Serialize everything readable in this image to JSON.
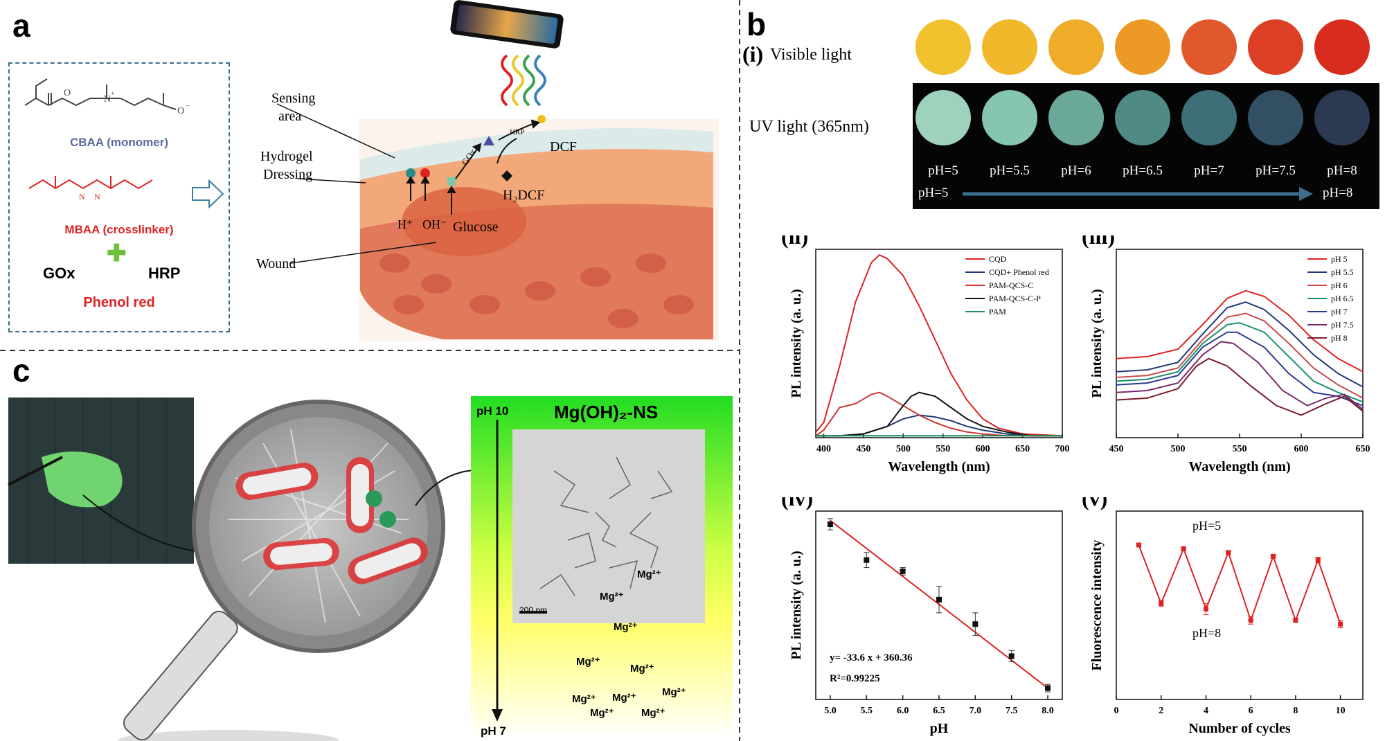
{
  "panel_letters": {
    "a": "a",
    "b": "b",
    "c": "c"
  },
  "panel_a": {
    "monomer": "CBAA (monomer)",
    "crosslinker": "MBAA (crosslinker)",
    "gox": "GOx",
    "hrp": "HRP",
    "phenol_red": "Phenol red",
    "labels": {
      "sensing_area_1": "Sensing",
      "sensing_area_2": "area",
      "hydrogel_1": "Hydrogel",
      "hydrogel_2": "Dressing",
      "wound": "Wound",
      "dcf": "DCF",
      "h2dcf": "H₂DCF",
      "hrp": "HRP",
      "gox": "GOx",
      "h_plus": "H⁺",
      "oh_minus": "OH⁻",
      "glucose": "Glucose"
    }
  },
  "panel_b": {
    "i_label": "(i)",
    "visible_light": "Visible light",
    "uv_light": "UV light (365nm)",
    "ph_labels": [
      "pH=5",
      "pH=5.5",
      "pH=6",
      "pH=6.5",
      "pH=7",
      "pH=7.5",
      "pH=8"
    ],
    "ph_start": "pH=5",
    "ph_end": "pH=8",
    "visible_colors": [
      "#f2c12e",
      "#f0b82a",
      "#efac28",
      "#ec9a25",
      "#e0582c",
      "#dd3f25",
      "#d82c1f"
    ],
    "uv_colors": [
      "#9fd2bd",
      "#86c6ae",
      "#6aa89a",
      "#4f8a86",
      "#3e6e78",
      "#334f63",
      "#2b3a52"
    ]
  },
  "panel_c": {
    "title": "Mg(OH)₂-NS",
    "ph_top": "pH 10",
    "ph_bottom": "pH 7",
    "scale_bar": "200 nm",
    "ions": "Mg²⁺"
  },
  "chart_data": [
    {
      "id": "ii",
      "label": "(ii)",
      "type": "line",
      "xlabel": "Wavelength (nm)",
      "ylabel": "PL intensity (a. u.)",
      "xlim": [
        390,
        700
      ],
      "xticks": [
        400,
        450,
        500,
        550,
        600,
        650,
        700
      ],
      "ylim": [
        0,
        1
      ],
      "legend_position": "top-right",
      "series": [
        {
          "name": "CQD",
          "color": "#dd2222",
          "x": [
            390,
            400,
            420,
            440,
            460,
            470,
            480,
            500,
            520,
            540,
            560,
            580,
            600,
            620,
            650,
            700
          ],
          "y": [
            0.03,
            0.08,
            0.38,
            0.72,
            0.93,
            0.97,
            0.95,
            0.86,
            0.7,
            0.52,
            0.34,
            0.2,
            0.1,
            0.05,
            0.02,
            0.01
          ]
        },
        {
          "name": "CQD+ Phenol red",
          "color": "#233a78",
          "x": [
            390,
            420,
            450,
            480,
            500,
            520,
            540,
            560,
            580,
            600,
            630,
            660,
            700
          ],
          "y": [
            0.01,
            0.01,
            0.02,
            0.06,
            0.1,
            0.12,
            0.11,
            0.09,
            0.06,
            0.04,
            0.02,
            0.01,
            0.01
          ]
        },
        {
          "name": "PAM-QCS-C",
          "color": "#cc3333",
          "x": [
            390,
            400,
            420,
            440,
            460,
            470,
            480,
            500,
            520,
            540,
            560,
            580,
            600,
            630,
            660,
            700
          ],
          "y": [
            0.01,
            0.04,
            0.16,
            0.18,
            0.23,
            0.24,
            0.22,
            0.17,
            0.12,
            0.08,
            0.05,
            0.03,
            0.02,
            0.01,
            0.01,
            0.01
          ]
        },
        {
          "name": "PAM-QCS-C-P",
          "color": "#111111",
          "x": [
            390,
            420,
            450,
            480,
            500,
            510,
            520,
            540,
            560,
            580,
            600,
            630,
            660,
            700
          ],
          "y": [
            0.01,
            0.01,
            0.02,
            0.06,
            0.17,
            0.22,
            0.24,
            0.22,
            0.16,
            0.1,
            0.06,
            0.03,
            0.01,
            0.01
          ]
        },
        {
          "name": "PAM",
          "color": "#1a8f5a",
          "x": [
            390,
            450,
            500,
            550,
            600,
            650,
            700
          ],
          "y": [
            0.01,
            0.01,
            0.01,
            0.01,
            0.01,
            0.01,
            0.01
          ]
        }
      ]
    },
    {
      "id": "iii",
      "label": "(iii)",
      "type": "line",
      "xlabel": "Wavelength (nm)",
      "ylabel": "PL intensity (a. u.)",
      "xlim": [
        450,
        650
      ],
      "xticks": [
        450,
        500,
        550,
        600,
        650
      ],
      "ylim": [
        0,
        1
      ],
      "legend_position": "top-right",
      "series": [
        {
          "name": "pH 5",
          "color": "#dd2222",
          "x": [
            450,
            475,
            500,
            520,
            540,
            555,
            570,
            590,
            610,
            630,
            650
          ],
          "y": [
            0.42,
            0.43,
            0.47,
            0.6,
            0.74,
            0.78,
            0.75,
            0.65,
            0.52,
            0.42,
            0.35
          ]
        },
        {
          "name": "pH 5.5",
          "color": "#1f3a7a",
          "x": [
            450,
            475,
            500,
            520,
            540,
            555,
            570,
            590,
            610,
            630,
            650
          ],
          "y": [
            0.35,
            0.36,
            0.4,
            0.55,
            0.69,
            0.72,
            0.68,
            0.57,
            0.44,
            0.34,
            0.27
          ]
        },
        {
          "name": "pH 6",
          "color": "#c84a4a",
          "x": [
            450,
            475,
            500,
            520,
            540,
            555,
            570,
            590,
            610,
            630,
            650
          ],
          "y": [
            0.32,
            0.33,
            0.37,
            0.52,
            0.64,
            0.66,
            0.62,
            0.5,
            0.37,
            0.28,
            0.21
          ]
        },
        {
          "name": "pH 6.5",
          "color": "#1a8f6a",
          "x": [
            450,
            475,
            500,
            520,
            540,
            550,
            570,
            590,
            610,
            630,
            650
          ],
          "y": [
            0.3,
            0.31,
            0.35,
            0.5,
            0.6,
            0.61,
            0.56,
            0.43,
            0.3,
            0.24,
            0.19
          ]
        },
        {
          "name": "pH 7",
          "color": "#2a3a90",
          "x": [
            450,
            475,
            500,
            520,
            540,
            548,
            570,
            590,
            610,
            630,
            650
          ],
          "y": [
            0.28,
            0.29,
            0.33,
            0.48,
            0.56,
            0.56,
            0.48,
            0.34,
            0.24,
            0.22,
            0.17
          ]
        },
        {
          "name": "pH 7.5",
          "color": "#7a2a6a",
          "x": [
            450,
            475,
            500,
            520,
            535,
            545,
            565,
            585,
            605,
            620,
            635,
            650
          ],
          "y": [
            0.24,
            0.25,
            0.29,
            0.44,
            0.51,
            0.5,
            0.4,
            0.25,
            0.17,
            0.21,
            0.23,
            0.15
          ]
        },
        {
          "name": "pH 8",
          "color": "#7a1a2a",
          "x": [
            450,
            475,
            500,
            515,
            525,
            540,
            560,
            580,
            600,
            620,
            635,
            650
          ],
          "y": [
            0.2,
            0.21,
            0.26,
            0.38,
            0.42,
            0.38,
            0.27,
            0.17,
            0.12,
            0.18,
            0.22,
            0.14
          ]
        }
      ]
    },
    {
      "id": "iv",
      "label": "(iv)",
      "type": "scatter",
      "xlabel": "pH",
      "ylabel": "PL intensity (a. u.)",
      "xlim": [
        4.8,
        8.2
      ],
      "xticks": [
        5.0,
        5.5,
        6.0,
        6.5,
        7.0,
        7.5,
        8.0
      ],
      "ylim": [
        0,
        1
      ],
      "x": [
        5.0,
        5.5,
        6.0,
        6.5,
        7.0,
        7.5,
        8.0
      ],
      "y": [
        0.93,
        0.74,
        0.68,
        0.53,
        0.4,
        0.23,
        0.06
      ],
      "err": [
        0.03,
        0.04,
        0.02,
        0.07,
        0.06,
        0.03,
        0.02
      ],
      "fit": {
        "x": [
          5.0,
          8.0
        ],
        "y": [
          0.95,
          0.06
        ]
      },
      "equation": "y= -33.6 x + 360.36",
      "r2": "R²=0.99225"
    },
    {
      "id": "v",
      "label": "(v)",
      "type": "line",
      "xlabel": "Number of cycles",
      "ylabel": "Fluorescence intensity",
      "xlim": [
        0,
        11
      ],
      "xticks": [
        0,
        2,
        4,
        6,
        8,
        10
      ],
      "ylim": [
        0,
        1
      ],
      "x": [
        1,
        2,
        3,
        4,
        5,
        6,
        7,
        8,
        9,
        10
      ],
      "y": [
        0.82,
        0.51,
        0.8,
        0.48,
        0.78,
        0.42,
        0.76,
        0.42,
        0.74,
        0.4
      ],
      "err": [
        0.01,
        0.015,
        0.01,
        0.03,
        0.01,
        0.02,
        0.01,
        0.01,
        0.015,
        0.02
      ],
      "annotation_top": "pH=5",
      "annotation_bottom": "pH=8"
    }
  ]
}
